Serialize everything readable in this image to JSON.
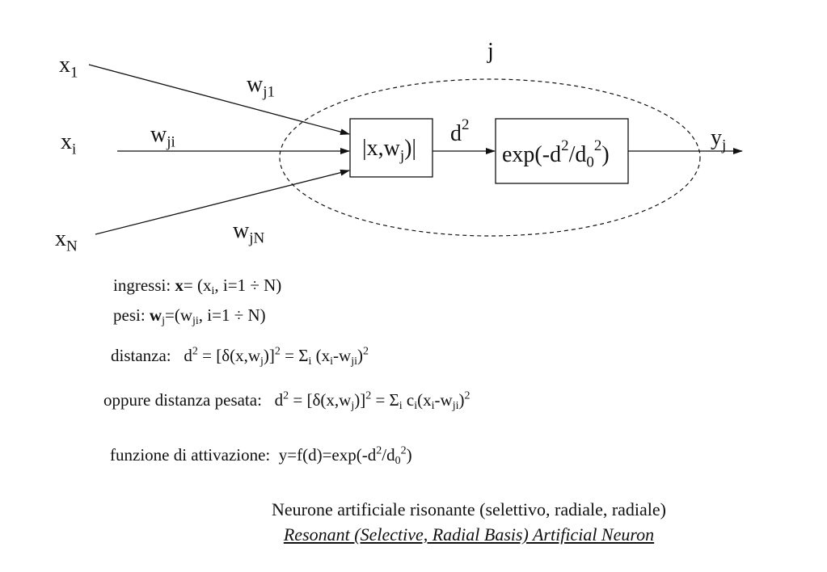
{
  "diagram": {
    "neuron_label": "j",
    "inputs": [
      {
        "base": "x",
        "sub": "1"
      },
      {
        "base": "x",
        "sub": "i"
      },
      {
        "base": "x",
        "sub": "N"
      }
    ],
    "weights": [
      {
        "base": "w",
        "sub": "j1"
      },
      {
        "base": "w",
        "sub": "ji"
      },
      {
        "base": "w",
        "sub": "jN"
      }
    ],
    "distance_block": {
      "p1": "|x,w",
      "sub": "j",
      "p2": ")|"
    },
    "signal": {
      "base": "d",
      "sup": "2"
    },
    "activation_block": {
      "p1": "exp(-d",
      "sup1": "2",
      "p2": "/d",
      "sub": "0",
      "sup2": "2",
      "p3": ")"
    },
    "output": {
      "base": "y",
      "sub": "j"
    }
  },
  "equations": {
    "ingressi": {
      "label": "ingressi:",
      "bold": "x",
      "p1": "= (x",
      "sub1": "i",
      "p2": ", i=1 ÷ N)"
    },
    "pesi": {
      "label": "pesi:",
      "bold": "w",
      "sub1": "j",
      "p1": "=(w",
      "sub2": "ji",
      "p2": ", i=1 ÷ N)"
    },
    "distanza": {
      "label": "distanza:",
      "p1": "d",
      "sup1": "2",
      "p2": " = [δ(x,w",
      "sub1": "j",
      "p3": ")]",
      "sup2": "2",
      "p4": " = Σ",
      "sub2": "i",
      "p5": " (x",
      "sub3": "i",
      "p6": "-w",
      "sub4": "ji",
      "p7": ")",
      "sup3": "2"
    },
    "pesata": {
      "label": "oppure distanza pesata:",
      "p1": "d",
      "sup1": "2",
      "p2": " = [δ(x,w",
      "sub1": "j",
      "p3": ")]",
      "sup2": "2",
      "p4": " = Σ",
      "sub2": "i",
      "p5": " c",
      "sub3": "i",
      "p6": "(x",
      "sub4": "i",
      "p7": "-w",
      "sub5": "ji",
      "p8": ")",
      "sup3": "2"
    },
    "attivazione": {
      "label": "funzione di attivazione:",
      "p1": "y=f(d)=exp(-d",
      "sup1": "2",
      "p2": "/d",
      "sub1": "0",
      "sup2": "2",
      "p3": ")"
    }
  },
  "caption": {
    "italian": "Neurone artificiale risonante (selettivo, radiale, radiale)",
    "english": "Resonant (Selective, Radial Basis) Artificial Neuron"
  }
}
